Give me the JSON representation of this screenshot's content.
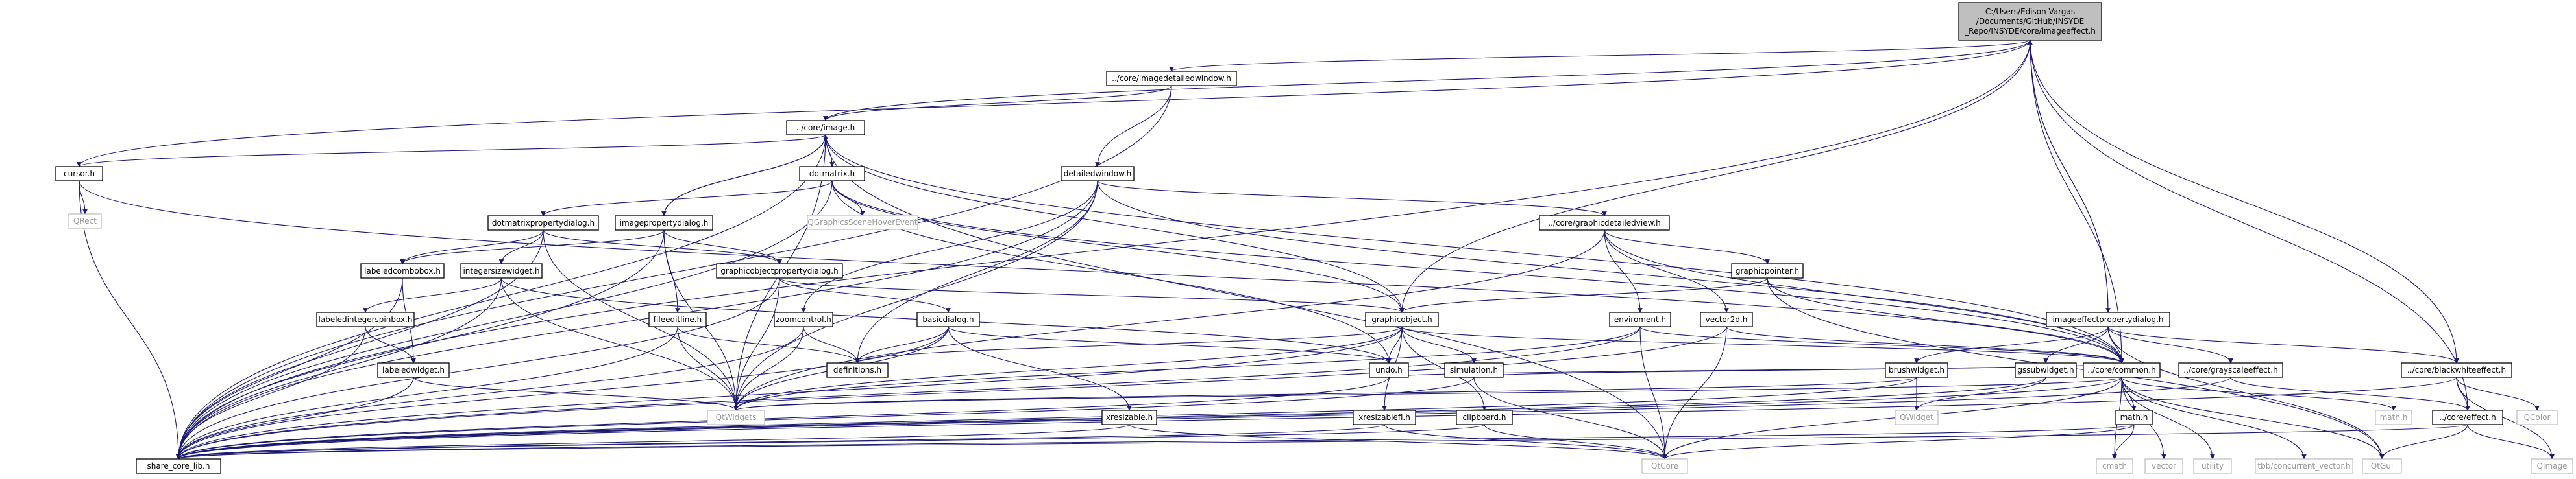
{
  "graph": {
    "nodes": [
      {
        "id": "root",
        "lines": [
          "C:/Users/Edison Vargas",
          "/Documents/GitHub/INSYDE",
          "_Repo/INSYDE/core/imageeffect.h"
        ],
        "kind": "root"
      },
      {
        "id": "imagedetailedwindow",
        "lines": [
          "../core/imagedetailedwindow.h"
        ],
        "kind": "file"
      },
      {
        "id": "image",
        "lines": [
          "../core/image.h"
        ],
        "kind": "file"
      },
      {
        "id": "cursor",
        "lines": [
          "cursor.h"
        ],
        "kind": "file"
      },
      {
        "id": "qrect",
        "lines": [
          "QRect"
        ],
        "kind": "external"
      },
      {
        "id": "dotmatrix",
        "lines": [
          "dotmatrix.h"
        ],
        "kind": "file"
      },
      {
        "id": "detailedwindow",
        "lines": [
          "detailedwindow.h"
        ],
        "kind": "file"
      },
      {
        "id": "qgraphicshover",
        "lines": [
          "QGraphicsSceneHoverEvent"
        ],
        "kind": "external"
      },
      {
        "id": "dotmatrixpropertydialog",
        "lines": [
          "dotmatrixpropertydialog.h"
        ],
        "kind": "file"
      },
      {
        "id": "imagepropertydialog",
        "lines": [
          "imagepropertydialog.h"
        ],
        "kind": "file"
      },
      {
        "id": "graphicdetailedview",
        "lines": [
          "../core/graphicdetailedview.h"
        ],
        "kind": "file"
      },
      {
        "id": "labeledcombobox",
        "lines": [
          "labeledcombobox.h"
        ],
        "kind": "file"
      },
      {
        "id": "integersizewidget",
        "lines": [
          "integersizewidget.h"
        ],
        "kind": "file"
      },
      {
        "id": "graphicobjectpropertydialog",
        "lines": [
          "graphicobjectpropertydialog.h"
        ],
        "kind": "file"
      },
      {
        "id": "graphicpointer",
        "lines": [
          "graphicpointer.h"
        ],
        "kind": "file"
      },
      {
        "id": "labeledintegerspinbox",
        "lines": [
          "labeledintegerspinbox.h"
        ],
        "kind": "file"
      },
      {
        "id": "basicdialog",
        "lines": [
          "basicdialog.h"
        ],
        "kind": "file"
      },
      {
        "id": "fileeditline",
        "lines": [
          "fileeditline.h"
        ],
        "kind": "file"
      },
      {
        "id": "zoomcontrol",
        "lines": [
          "zoomcontrol.h"
        ],
        "kind": "file"
      },
      {
        "id": "graphicobject",
        "lines": [
          "graphicobject.h"
        ],
        "kind": "file"
      },
      {
        "id": "enviroment",
        "lines": [
          "enviroment.h"
        ],
        "kind": "file"
      },
      {
        "id": "vector2d",
        "lines": [
          "vector2d.h"
        ],
        "kind": "file"
      },
      {
        "id": "imageeffectpropertydialog",
        "lines": [
          "imageeffectpropertydialog.h"
        ],
        "kind": "file"
      },
      {
        "id": "labeledwidget",
        "lines": [
          "labeledwidget.h"
        ],
        "kind": "file"
      },
      {
        "id": "definitions",
        "lines": [
          "definitions.h"
        ],
        "kind": "file"
      },
      {
        "id": "undo",
        "lines": [
          "undo.h"
        ],
        "kind": "file"
      },
      {
        "id": "simulation",
        "lines": [
          "simulation.h"
        ],
        "kind": "file"
      },
      {
        "id": "common",
        "lines": [
          "../core/common.h"
        ],
        "kind": "file"
      },
      {
        "id": "brushwidget",
        "lines": [
          "brushwidget.h"
        ],
        "kind": "file"
      },
      {
        "id": "gssubwidget",
        "lines": [
          "gssubwidget.h"
        ],
        "kind": "file"
      },
      {
        "id": "grayscaleeffect",
        "lines": [
          "../core/grayscaleeffect.h"
        ],
        "kind": "file"
      },
      {
        "id": "blackwhiteeffect",
        "lines": [
          "../core/blackwhiteeffect.h"
        ],
        "kind": "file"
      },
      {
        "id": "qtwidgets",
        "lines": [
          "QtWidgets"
        ],
        "kind": "external"
      },
      {
        "id": "xresizable",
        "lines": [
          "xresizable.h"
        ],
        "kind": "file"
      },
      {
        "id": "xresizablefl",
        "lines": [
          "xresizablefl.h"
        ],
        "kind": "file"
      },
      {
        "id": "clipboard",
        "lines": [
          "clipboard.h"
        ],
        "kind": "file"
      },
      {
        "id": "qwidget",
        "lines": [
          "QWidget"
        ],
        "kind": "external"
      },
      {
        "id": "math",
        "lines": [
          "math.h"
        ],
        "kind": "file"
      },
      {
        "id": "effect",
        "lines": [
          "../core/effect.h"
        ],
        "kind": "file"
      },
      {
        "id": "qcolor",
        "lines": [
          "QColor"
        ],
        "kind": "external"
      },
      {
        "id": "sharecore",
        "lines": [
          "share_core_lib.h"
        ],
        "kind": "file"
      },
      {
        "id": "qtcore",
        "lines": [
          "QtCore"
        ],
        "kind": "external"
      },
      {
        "id": "cmath",
        "lines": [
          "cmath"
        ],
        "kind": "external"
      },
      {
        "id": "vector",
        "lines": [
          "vector"
        ],
        "kind": "external"
      },
      {
        "id": "utility",
        "lines": [
          "utility"
        ],
        "kind": "external"
      },
      {
        "id": "tbbvector",
        "lines": [
          "tbb/concurrent_vector.h"
        ],
        "kind": "external"
      },
      {
        "id": "qtgui",
        "lines": [
          "QtGui"
        ],
        "kind": "external"
      },
      {
        "id": "mathh2",
        "lines": [
          "math.h"
        ],
        "kind": "external"
      },
      {
        "id": "qimage",
        "lines": [
          "QImage"
        ],
        "kind": "external"
      }
    ],
    "edges": [
      [
        "root",
        "imagedetailedwindow"
      ],
      [
        "root",
        "image"
      ],
      [
        "root",
        "cursor"
      ],
      [
        "root",
        "common"
      ],
      [
        "root",
        "graphicobject"
      ],
      [
        "root",
        "imageeffectpropertydialog"
      ],
      [
        "root",
        "blackwhiteeffect"
      ],
      [
        "root",
        "effect"
      ],
      [
        "root",
        "sharecore"
      ],
      [
        "imageeffectpropertydialog",
        "root"
      ],
      [
        "imagedetailedwindow",
        "image"
      ],
      [
        "imagedetailedwindow",
        "detailedwindow"
      ],
      [
        "imagedetailedwindow",
        "sharecore"
      ],
      [
        "image",
        "cursor"
      ],
      [
        "image",
        "dotmatrix"
      ],
      [
        "image",
        "imagepropertydialog"
      ],
      [
        "image",
        "graphicobject"
      ],
      [
        "image",
        "common"
      ],
      [
        "image",
        "qtwidgets"
      ],
      [
        "image",
        "sharecore"
      ],
      [
        "image",
        "qtcore"
      ],
      [
        "cursor",
        "qrect"
      ],
      [
        "cursor",
        "sharecore"
      ],
      [
        "cursor",
        "common"
      ],
      [
        "dotmatrix",
        "qgraphicshover"
      ],
      [
        "dotmatrix",
        "dotmatrixpropertydialog"
      ],
      [
        "dotmatrix",
        "graphicobject"
      ],
      [
        "dotmatrix",
        "common"
      ],
      [
        "dotmatrix",
        "sharecore"
      ],
      [
        "dotmatrix",
        "undo"
      ],
      [
        "detailedwindow",
        "graphicdetailedview"
      ],
      [
        "detailedwindow",
        "zoomcontrol"
      ],
      [
        "detailedwindow",
        "qtwidgets"
      ],
      [
        "detailedwindow",
        "sharecore"
      ],
      [
        "detailedwindow",
        "definitions"
      ],
      [
        "detailedwindow",
        "common"
      ],
      [
        "dotmatrixpropertydialog",
        "labeledcombobox"
      ],
      [
        "dotmatrixpropertydialog",
        "integersizewidget"
      ],
      [
        "dotmatrixpropertydialog",
        "graphicobjectpropertydialog"
      ],
      [
        "dotmatrixpropertydialog",
        "qtwidgets"
      ],
      [
        "dotmatrixpropertydialog",
        "sharecore"
      ],
      [
        "imagepropertydialog",
        "labeledcombobox"
      ],
      [
        "imagepropertydialog",
        "fileeditline"
      ],
      [
        "imagepropertydialog",
        "graphicobjectpropertydialog"
      ],
      [
        "imagepropertydialog",
        "qtwidgets"
      ],
      [
        "imagepropertydialog",
        "image"
      ],
      [
        "imagepropertydialog",
        "sharecore"
      ],
      [
        "graphicdetailedview",
        "graphicpointer"
      ],
      [
        "graphicdetailedview",
        "enviroment"
      ],
      [
        "graphicdetailedview",
        "vector2d"
      ],
      [
        "graphicdetailedview",
        "qtwidgets"
      ],
      [
        "graphicdetailedview",
        "common"
      ],
      [
        "labeledcombobox",
        "labeledwidget"
      ],
      [
        "labeledcombobox",
        "sharecore"
      ],
      [
        "integersizewidget",
        "labeledintegerspinbox"
      ],
      [
        "integersizewidget",
        "qtwidgets"
      ],
      [
        "integersizewidget",
        "sharecore"
      ],
      [
        "integersizewidget",
        "undo"
      ],
      [
        "graphicobjectpropertydialog",
        "basicdialog"
      ],
      [
        "graphicobjectpropertydialog",
        "graphicobject"
      ],
      [
        "graphicobjectpropertydialog",
        "qtwidgets"
      ],
      [
        "graphicobjectpropertydialog",
        "sharecore"
      ],
      [
        "graphicpointer",
        "graphicobject"
      ],
      [
        "graphicpointer",
        "common"
      ],
      [
        "graphicpointer",
        "qtgui"
      ],
      [
        "labeledintegerspinbox",
        "labeledwidget"
      ],
      [
        "labeledintegerspinbox",
        "sharecore"
      ],
      [
        "basicdialog",
        "definitions"
      ],
      [
        "basicdialog",
        "xresizable"
      ],
      [
        "basicdialog",
        "qtwidgets"
      ],
      [
        "basicdialog",
        "sharecore"
      ],
      [
        "basicdialog",
        "undo"
      ],
      [
        "fileeditline",
        "qtwidgets"
      ],
      [
        "fileeditline",
        "sharecore"
      ],
      [
        "fileeditline",
        "definitions"
      ],
      [
        "zoomcontrol",
        "definitions"
      ],
      [
        "zoomcontrol",
        "qtwidgets"
      ],
      [
        "zoomcontrol",
        "sharecore"
      ],
      [
        "graphicobject",
        "definitions"
      ],
      [
        "graphicobject",
        "undo"
      ],
      [
        "graphicobject",
        "simulation"
      ],
      [
        "graphicobject",
        "xresizablefl"
      ],
      [
        "graphicobject",
        "clipboard"
      ],
      [
        "graphicobject",
        "common"
      ],
      [
        "graphicobject",
        "qtwidgets"
      ],
      [
        "graphicobject",
        "sharecore"
      ],
      [
        "enviroment",
        "common"
      ],
      [
        "enviroment",
        "qtcore"
      ],
      [
        "enviroment",
        "sharecore"
      ],
      [
        "enviroment",
        "qtwidgets"
      ],
      [
        "vector2d",
        "common"
      ],
      [
        "vector2d",
        "qtcore"
      ],
      [
        "vector2d",
        "sharecore"
      ],
      [
        "imageeffectpropertydialog",
        "brushwidget"
      ],
      [
        "imageeffectpropertydialog",
        "gssubwidget"
      ],
      [
        "imageeffectpropertydialog",
        "grayscaleeffect"
      ],
      [
        "imageeffectpropertydialog",
        "blackwhiteeffect"
      ],
      [
        "imageeffectpropertydialog",
        "common"
      ],
      [
        "imageeffectpropertydialog",
        "qtgui"
      ],
      [
        "labeledwidget",
        "qtwidgets"
      ],
      [
        "labeledwidget",
        "sharecore"
      ],
      [
        "undo",
        "sharecore"
      ],
      [
        "undo",
        "common"
      ],
      [
        "simulation",
        "sharecore"
      ],
      [
        "simulation",
        "qtcore"
      ],
      [
        "simulation",
        "common"
      ],
      [
        "common",
        "math"
      ],
      [
        "common",
        "cmath"
      ],
      [
        "common",
        "vector"
      ],
      [
        "common",
        "utility"
      ],
      [
        "common",
        "tbbvector"
      ],
      [
        "common",
        "qtgui"
      ],
      [
        "common",
        "sharecore"
      ],
      [
        "common",
        "qtcore"
      ],
      [
        "common",
        "qtwidgets"
      ],
      [
        "common",
        "mathh2"
      ],
      [
        "brushwidget",
        "qwidget"
      ],
      [
        "brushwidget",
        "sharecore"
      ],
      [
        "brushwidget",
        "qtwidgets"
      ],
      [
        "gssubwidget",
        "qwidget"
      ],
      [
        "gssubwidget",
        "sharecore"
      ],
      [
        "grayscaleeffect",
        "effect"
      ],
      [
        "grayscaleeffect",
        "sharecore"
      ],
      [
        "blackwhiteeffect",
        "effect"
      ],
      [
        "blackwhiteeffect",
        "qcolor"
      ],
      [
        "blackwhiteeffect",
        "qimage"
      ],
      [
        "blackwhiteeffect",
        "sharecore"
      ],
      [
        "xresizable",
        "sharecore"
      ],
      [
        "xresizable",
        "qtcore"
      ],
      [
        "xresizablefl",
        "sharecore"
      ],
      [
        "xresizablefl",
        "qtcore"
      ],
      [
        "clipboard",
        "sharecore"
      ],
      [
        "clipboard",
        "qtcore"
      ],
      [
        "math",
        "sharecore"
      ],
      [
        "math",
        "cmath"
      ],
      [
        "math",
        "qtcore"
      ],
      [
        "effect",
        "qimage"
      ],
      [
        "effect",
        "sharecore"
      ],
      [
        "effect",
        "qtgui"
      ]
    ]
  }
}
